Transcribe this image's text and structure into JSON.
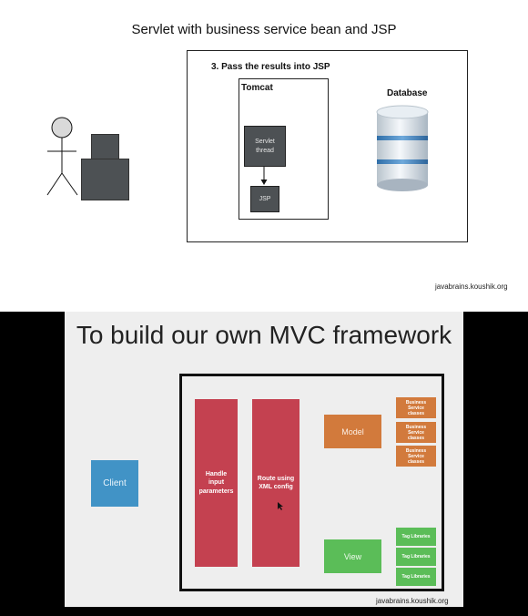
{
  "slide1": {
    "title": "Servlet with business service bean and JSP",
    "step": "3. Pass the results into JSP",
    "tomcat_label": "Tomcat",
    "servlet_thread": "Servlet\nthread",
    "jsp": "JSP",
    "database_label": "Database",
    "watermark": "javabrains.koushik.org"
  },
  "slide2": {
    "title": "To build our own MVC framework",
    "client": "Client",
    "handle": "Handle\ninput\nparameters",
    "route": "Route using\nXML config",
    "model": "Model",
    "view": "View",
    "business_boxes": [
      "Business\nService\nclasses",
      "Business\nService\nclasses",
      "Business\nService\nclasses"
    ],
    "tag_boxes": [
      "Tag Libraries",
      "Tag Libraries",
      "Tag Libraries"
    ],
    "watermark": "javabrains.koushik.org"
  },
  "colors": {
    "client_blue": "#4193c6",
    "controller_red": "#c44150",
    "model_orange": "#d27a3c",
    "view_green": "#5bbd58",
    "slide1_box_gray": "#4d5154"
  },
  "icons": [
    "person-icon",
    "computer-icon",
    "database-icon",
    "arrow-down-icon",
    "cursor-icon"
  ]
}
